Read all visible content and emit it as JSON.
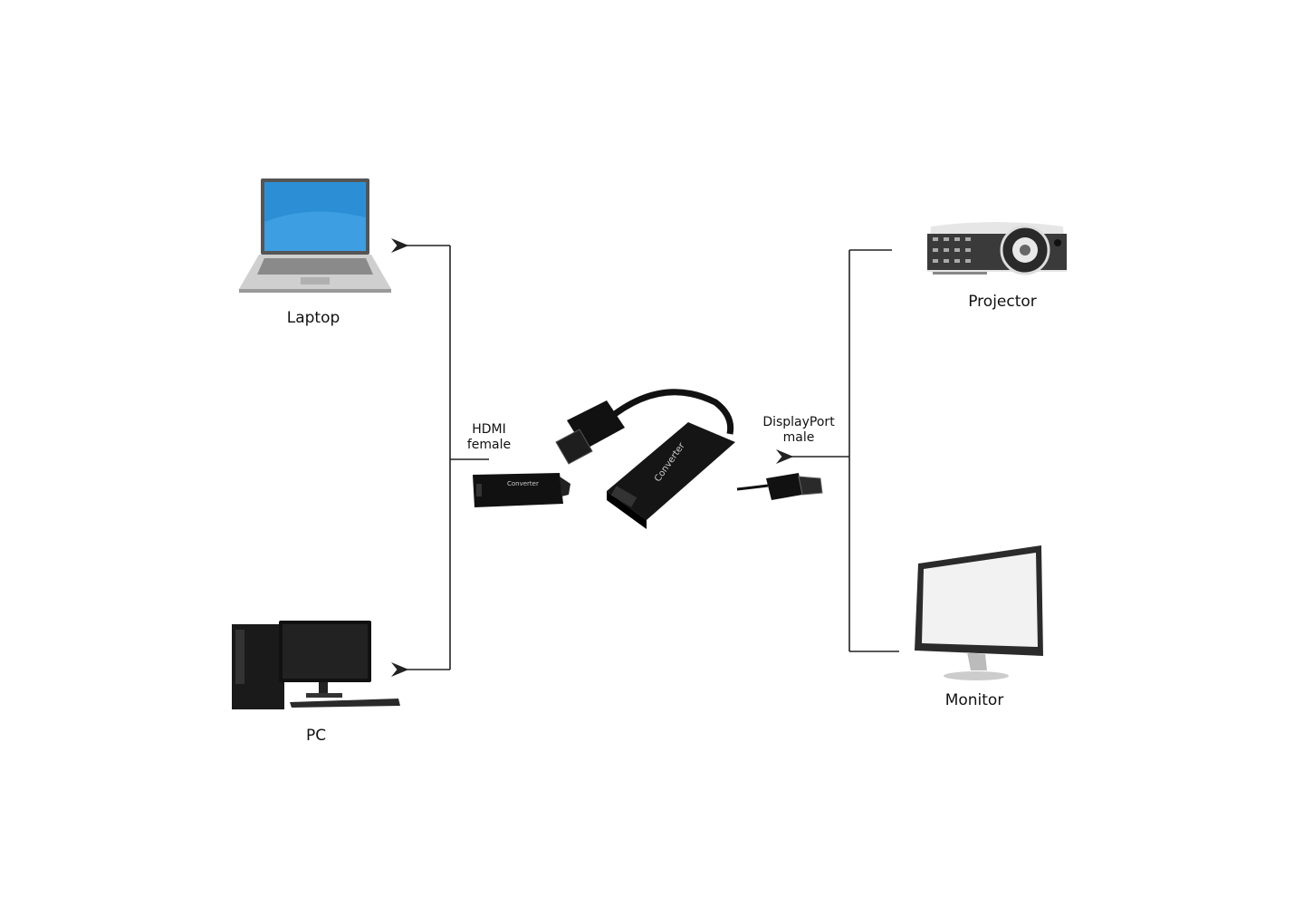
{
  "devices": {
    "laptop": "Laptop",
    "pc": "PC",
    "projector": "Projector",
    "monitor": "Monitor"
  },
  "connectors": {
    "hdmi": {
      "line1": "HDMI",
      "line2": "female"
    },
    "displayport": {
      "line1": "DisplayPort",
      "line2": "male"
    }
  },
  "product_text": "Converter",
  "colors": {
    "line": "#222222",
    "device": "#111111"
  }
}
